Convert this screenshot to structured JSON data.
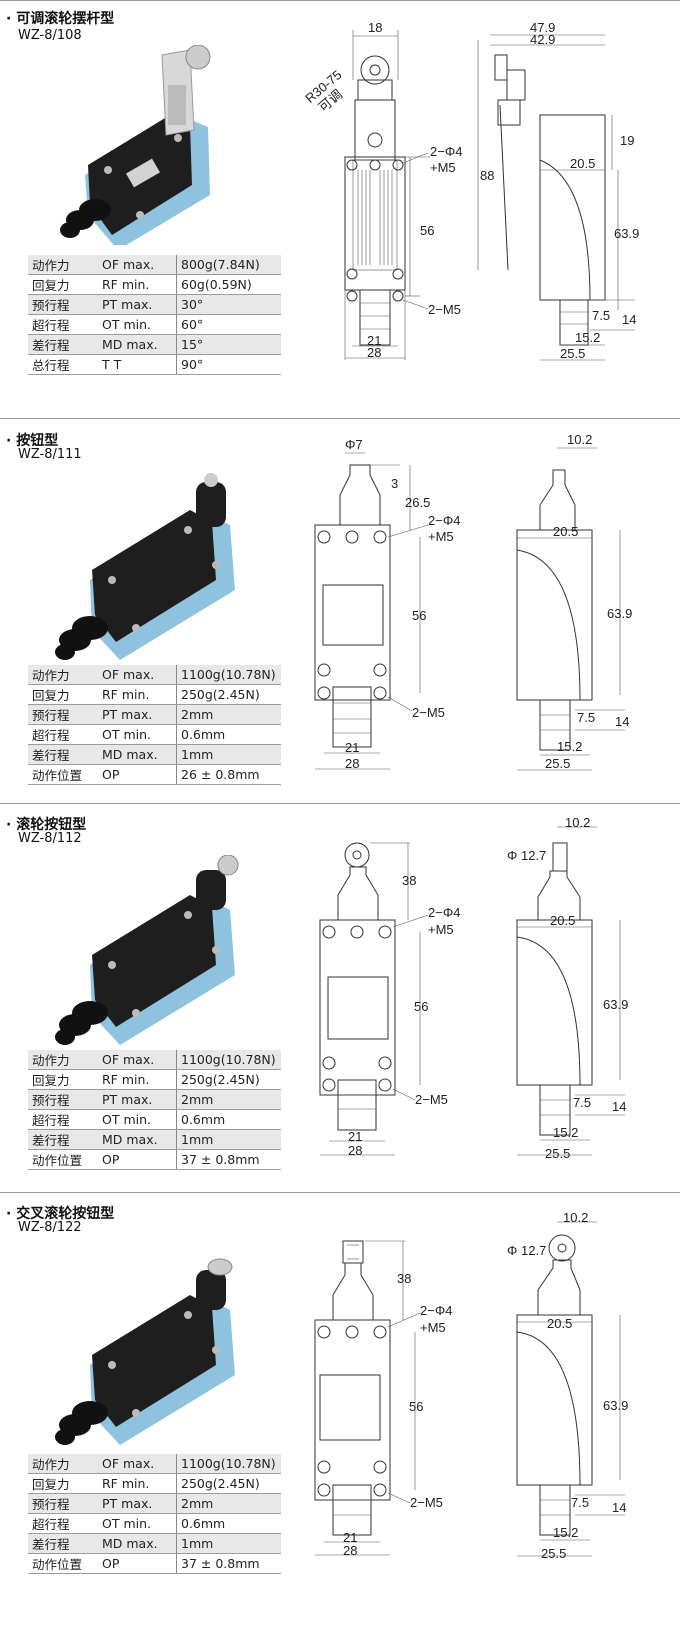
{
  "sections": [
    {
      "title": "可调滚轮摆杆型",
      "model": "WZ-8/108",
      "specs": [
        [
          "动作力",
          "OF  max.",
          "800g(7.84N)"
        ],
        [
          "回复力",
          "RF  min.",
          "60g(0.59N)"
        ],
        [
          "预行程",
          "PT  max.",
          "30°"
        ],
        [
          "超行程",
          "OT  min.",
          "60°"
        ],
        [
          "差行程",
          "MD max.",
          "15°"
        ],
        [
          "总行程",
          "T T",
          "90°"
        ]
      ],
      "dims_front": {
        "top": "18",
        "radius": "R30-75",
        "radius_note": "可调",
        "hole": "2−Φ4",
        "screw": "+M5",
        "height": "56",
        "total": "88",
        "bottom_screw": "2−M5",
        "w1": "21",
        "w2": "28"
      },
      "dims_side": {
        "w_outer": "47.9",
        "w_inner": "42.9",
        "h1": "19",
        "w": "20.5",
        "h2": "63.9",
        "s1": "7.5",
        "s2": "14",
        "b1": "15.2",
        "b2": "25.5"
      }
    },
    {
      "title": "按钮型",
      "model": "WZ-8/111",
      "specs": [
        [
          "动作力",
          "OF  max.",
          "1100g(10.78N)"
        ],
        [
          "回复力",
          "RF  min.",
          "250g(2.45N)"
        ],
        [
          "预行程",
          "PT  max.",
          "2mm"
        ],
        [
          "超行程",
          "OT  min.",
          "0.6mm"
        ],
        [
          "差行程",
          "MD max.",
          "1mm"
        ],
        [
          "动作位置",
          "OP",
          "26 ± 0.8mm"
        ]
      ],
      "dims_front": {
        "top": "Φ7",
        "t2": "3",
        "t3": "26.5",
        "hole": "2−Φ4",
        "screw": "+M5",
        "height": "56",
        "bottom_screw": "2−M5",
        "w1": "21",
        "w2": "28"
      },
      "dims_side": {
        "w_top": "10.2",
        "w": "20.5",
        "h2": "63.9",
        "s1": "7.5",
        "s2": "14",
        "b1": "15.2",
        "b2": "25.5"
      }
    },
    {
      "title": "滚轮按钮型",
      "model": "WZ-8/112",
      "specs": [
        [
          "动作力",
          "OF  max.",
          "1100g(10.78N)"
        ],
        [
          "回复力",
          "RF  min.",
          "250g(2.45N)"
        ],
        [
          "预行程",
          "PT  max.",
          "2mm"
        ],
        [
          "超行程",
          "OT  min.",
          "0.6mm"
        ],
        [
          "差行程",
          "MD max.",
          "1mm"
        ],
        [
          "动作位置",
          "OP",
          "37 ± 0.8mm"
        ]
      ],
      "dims_front": {
        "t3": "38",
        "hole": "2−Φ4",
        "screw": "+M5",
        "height": "56",
        "bottom_screw": "2−M5",
        "w1": "21",
        "w2": "28"
      },
      "dims_side": {
        "w_top": "10.2",
        "dia": "Φ 12.7",
        "w": "20.5",
        "h2": "63.9",
        "s1": "7.5",
        "s2": "14",
        "b1": "15.2",
        "b2": "25.5"
      }
    },
    {
      "title": "交叉滚轮按钮型",
      "model": "WZ-8/122",
      "specs": [
        [
          "动作力",
          "OF  max.",
          "1100g(10.78N)"
        ],
        [
          "回复力",
          "RF  min.",
          "250g(2.45N)"
        ],
        [
          "预行程",
          "PT  max.",
          "2mm"
        ],
        [
          "超行程",
          "OT  min.",
          "0.6mm"
        ],
        [
          "差行程",
          "MD max.",
          "1mm"
        ],
        [
          "动作位置",
          "OP",
          "37 ± 0.8mm"
        ]
      ],
      "dims_front": {
        "t3": "38",
        "hole": "2−Φ4",
        "screw": "+M5",
        "height": "56",
        "bottom_screw": "2−M5",
        "w1": "21",
        "w2": "28"
      },
      "dims_side": {
        "w_top": "10.2",
        "dia": "Φ 12.7",
        "w": "20.5",
        "h2": "63.9",
        "s1": "7.5",
        "s2": "14",
        "b1": "15.2",
        "b2": "25.5"
      }
    }
  ]
}
